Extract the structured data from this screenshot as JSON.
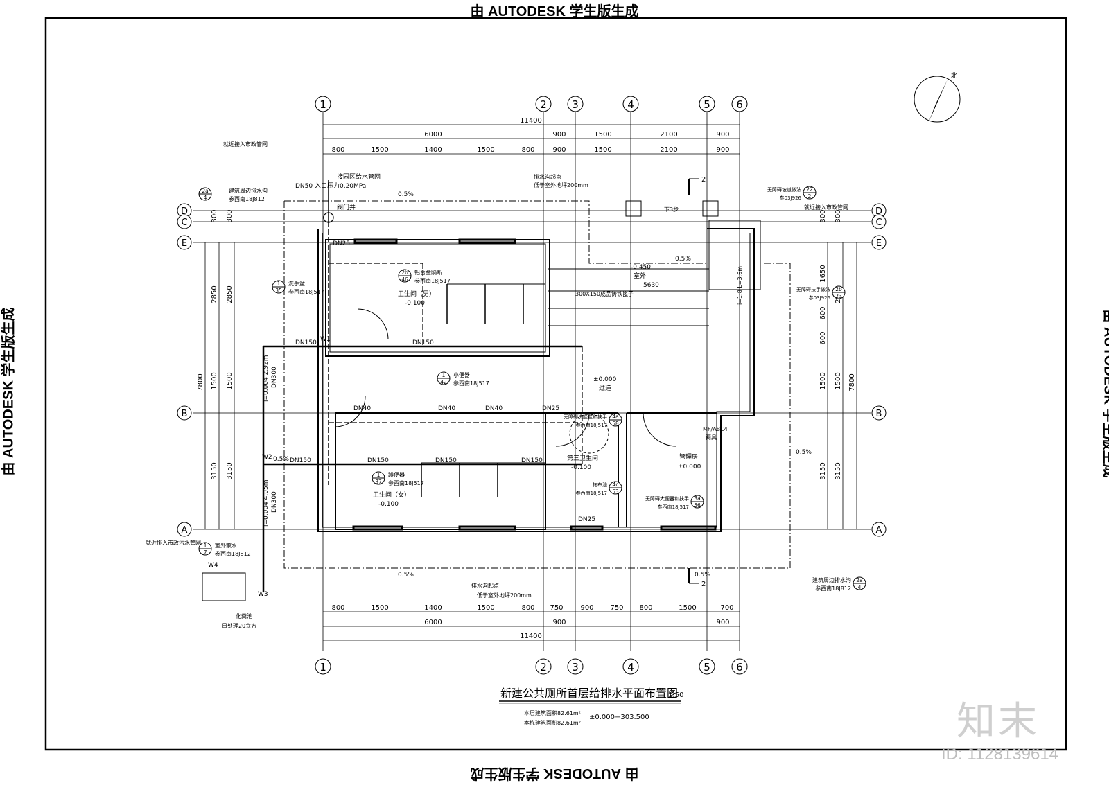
{
  "stamps": {
    "top": "由 AUTODESK 学生版生成",
    "bottom": "由 AUTODESK 学生版生成",
    "left": "由 AUTODESK 学生版生成",
    "right": "由 AUTODESK 学生版生成"
  },
  "brand": "知末",
  "drawing_id": "ID: 1128139614",
  "north_label": "北",
  "grid_cols": [
    "1",
    "2",
    "3",
    "4",
    "5",
    "6"
  ],
  "grid_rows": [
    "E",
    "D",
    "C",
    "B",
    "A"
  ],
  "dims_top": {
    "total": "11400",
    "sub": [
      "6000",
      "900",
      "1500",
      "2100",
      "900"
    ],
    "detail": [
      "800",
      "1500",
      "1400",
      "1500",
      "800",
      "900",
      "1500",
      "2100",
      "900"
    ]
  },
  "dims_bottom": {
    "total": "11400",
    "sub": [
      "6000",
      "900",
      "900"
    ],
    "detail": [
      "800",
      "1500",
      "1400",
      "1500",
      "800",
      "750",
      "900",
      "750",
      "800",
      "1500",
      "700"
    ]
  },
  "dims_side": {
    "left_total": "7800",
    "right_total": "7800",
    "left_inner": [
      "2850",
      "300",
      "1500",
      "3150"
    ],
    "right_inner": [
      "2850",
      "300",
      "1500",
      "3150"
    ],
    "left_mid": [
      "2850",
      "300",
      "1500",
      "3150"
    ],
    "right_mid": [
      "1650",
      "600",
      "600",
      "300",
      "1500",
      "3150"
    ]
  },
  "rooms": {
    "male": {
      "name": "卫生间（男）",
      "level": "-0.100"
    },
    "female": {
      "name": "卫生间（女）",
      "level": "-0.100"
    },
    "third": {
      "name": "第三卫生间",
      "level": "-0.100"
    },
    "mgmt": {
      "name": "管理房",
      "level": "±0.000"
    },
    "outdoor": {
      "name": "室外",
      "level": "-0.450"
    },
    "corridor": {
      "name": "过道",
      "level": "±0.000"
    },
    "outdoor_dim": "5630"
  },
  "pipes": {
    "supply": "DN50  入口压力0.20MPa",
    "supply_note": "接园区给水管网",
    "valve_well": "阀门井",
    "dn": [
      "DN25",
      "DN150",
      "DN150",
      "DN40",
      "DN40",
      "DN40",
      "DN25",
      "DN150",
      "DN150",
      "DN150",
      "DN150",
      "DN25"
    ],
    "w_labels": [
      "W1",
      "W2",
      "W3",
      "W4"
    ],
    "slope": [
      "0.5%",
      "0.5%",
      "0.5%",
      "0.5%",
      "0.5%",
      "0.5%"
    ],
    "dn300_a": "DN300",
    "dn300_b": "DN300",
    "slope_a": "i=0.004  2.92m",
    "slope_b": "i=0.004  4.05m"
  },
  "notes": {
    "connect_rain_top": "就近接入市政管网",
    "connect_rain_right": "就近接入市政管网",
    "connect_sewer": "就近排入市政污水管网",
    "ditch_start_top": "排水沟起点",
    "ditch_start_top_2": "低于室外地坪200mm",
    "ditch_start_bottom": "排水沟起点",
    "ditch_start_bottom_2": "低于室外地坪200mm",
    "septic": "化粪池",
    "septic_cap": "日处理20立方",
    "ramp": "300X150成品铸铁篦子",
    "ramp_slope": "i=1:8  L=3.6m",
    "steps": "下3步",
    "extinguisher": "MF/ABC4",
    "extinguisher_2": "两具"
  },
  "callouts": [
    {
      "num": "2a",
      "den": "4",
      "text": "建筑周边排水沟",
      "ref": "参西南18J812"
    },
    {
      "num": "1",
      "den": "35",
      "text": "洗手盆",
      "ref": "参西南18J517"
    },
    {
      "num": "2b",
      "den": "46",
      "text": "铝合金隔断",
      "ref": "参西南18J517"
    },
    {
      "num": "1",
      "den": "42",
      "text": "小便器",
      "ref": "参西南18J517"
    },
    {
      "num": "1",
      "den": "37",
      "text": "蹲便器",
      "ref": "参西南18J517"
    },
    {
      "num": "1",
      "den": "7",
      "text": "室外散水",
      "ref": "参西南18J812"
    },
    {
      "num": "4a",
      "den": "58",
      "text": "无障碍洗脸盆和扶手",
      "ref": "参西南18J517"
    },
    {
      "num": "4c",
      "den": "53",
      "text": "拖布池",
      "ref": "参西南18J517"
    },
    {
      "num": "3a",
      "den": "56",
      "text": "无障碍大便器和扶手",
      "ref": "参西南18J517"
    },
    {
      "num": "22",
      "den": "2",
      "text": "无障碍坡道做法",
      "ref": "参03J926"
    },
    {
      "num": "2b",
      "den": "23",
      "text": "无障碍扶手做法",
      "ref": "参03J926"
    },
    {
      "num": "2a",
      "den": "4",
      "text": "建筑周边排水沟",
      "ref": "参西南18J812"
    }
  ],
  "section_mark": "2",
  "title": {
    "main": "新建公共厕所首层给排水平面布置图",
    "scale": "1:50",
    "area1": "本层建筑面积82.61m²",
    "area2": "本栋建筑面积82.61m²",
    "elevation": "±0.000=303.500"
  }
}
